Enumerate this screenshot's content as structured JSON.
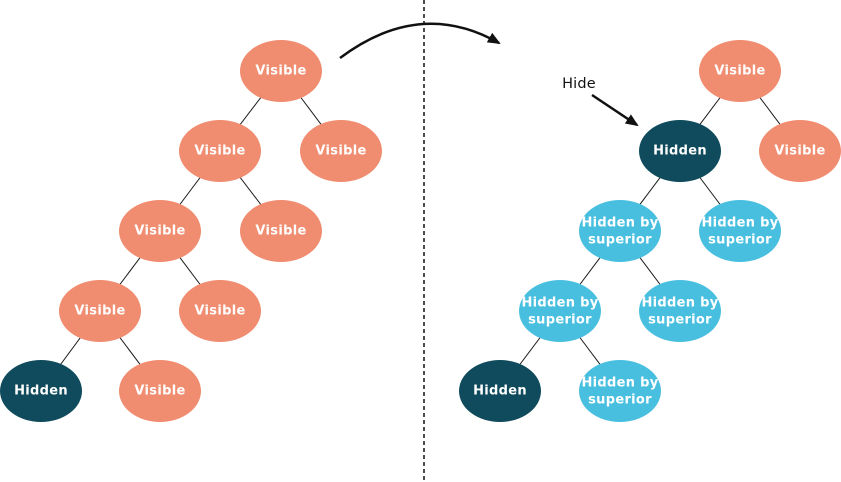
{
  "colors": {
    "visible": "#F08C6F",
    "hidden": "#0F4B5C",
    "hidden_by_superior": "#49BFE0",
    "node_text": "#FFFFFF",
    "edge": "#1A1A1A",
    "annotation": "#111111"
  },
  "annotation": {
    "hide_label": "Hide"
  },
  "left_tree": {
    "nodes": [
      {
        "label": "Visible",
        "state": "visible",
        "lines": [
          "Visible"
        ]
      },
      {
        "label": "Visible",
        "state": "visible",
        "lines": [
          "Visible"
        ]
      },
      {
        "label": "Visible",
        "state": "visible",
        "lines": [
          "Visible"
        ]
      },
      {
        "label": "Visible",
        "state": "visible",
        "lines": [
          "Visible"
        ]
      },
      {
        "label": "Visible",
        "state": "visible",
        "lines": [
          "Visible"
        ]
      },
      {
        "label": "Visible",
        "state": "visible",
        "lines": [
          "Visible"
        ]
      },
      {
        "label": "Visible",
        "state": "visible",
        "lines": [
          "Visible"
        ]
      },
      {
        "label": "Hidden",
        "state": "hidden",
        "lines": [
          "Hidden"
        ]
      },
      {
        "label": "Visible",
        "state": "visible",
        "lines": [
          "Visible"
        ]
      }
    ]
  },
  "right_tree": {
    "nodes": [
      {
        "label": "Visible",
        "state": "visible",
        "lines": [
          "Visible"
        ]
      },
      {
        "label": "Hidden",
        "state": "hidden",
        "lines": [
          "Hidden"
        ]
      },
      {
        "label": "Visible",
        "state": "visible",
        "lines": [
          "Visible"
        ]
      },
      {
        "label": "Hidden by superior",
        "state": "hidden_by_superior",
        "lines": [
          "Hidden by",
          "superior"
        ]
      },
      {
        "label": "Hidden by superior",
        "state": "hidden_by_superior",
        "lines": [
          "Hidden by",
          "superior"
        ]
      },
      {
        "label": "Hidden by superior",
        "state": "hidden_by_superior",
        "lines": [
          "Hidden by",
          "superior"
        ]
      },
      {
        "label": "Hidden by superior",
        "state": "hidden_by_superior",
        "lines": [
          "Hidden by",
          "superior"
        ]
      },
      {
        "label": "Hidden",
        "state": "hidden",
        "lines": [
          "Hidden"
        ]
      },
      {
        "label": "Hidden by superior",
        "state": "hidden_by_superior",
        "lines": [
          "Hidden by",
          "superior"
        ]
      }
    ]
  }
}
